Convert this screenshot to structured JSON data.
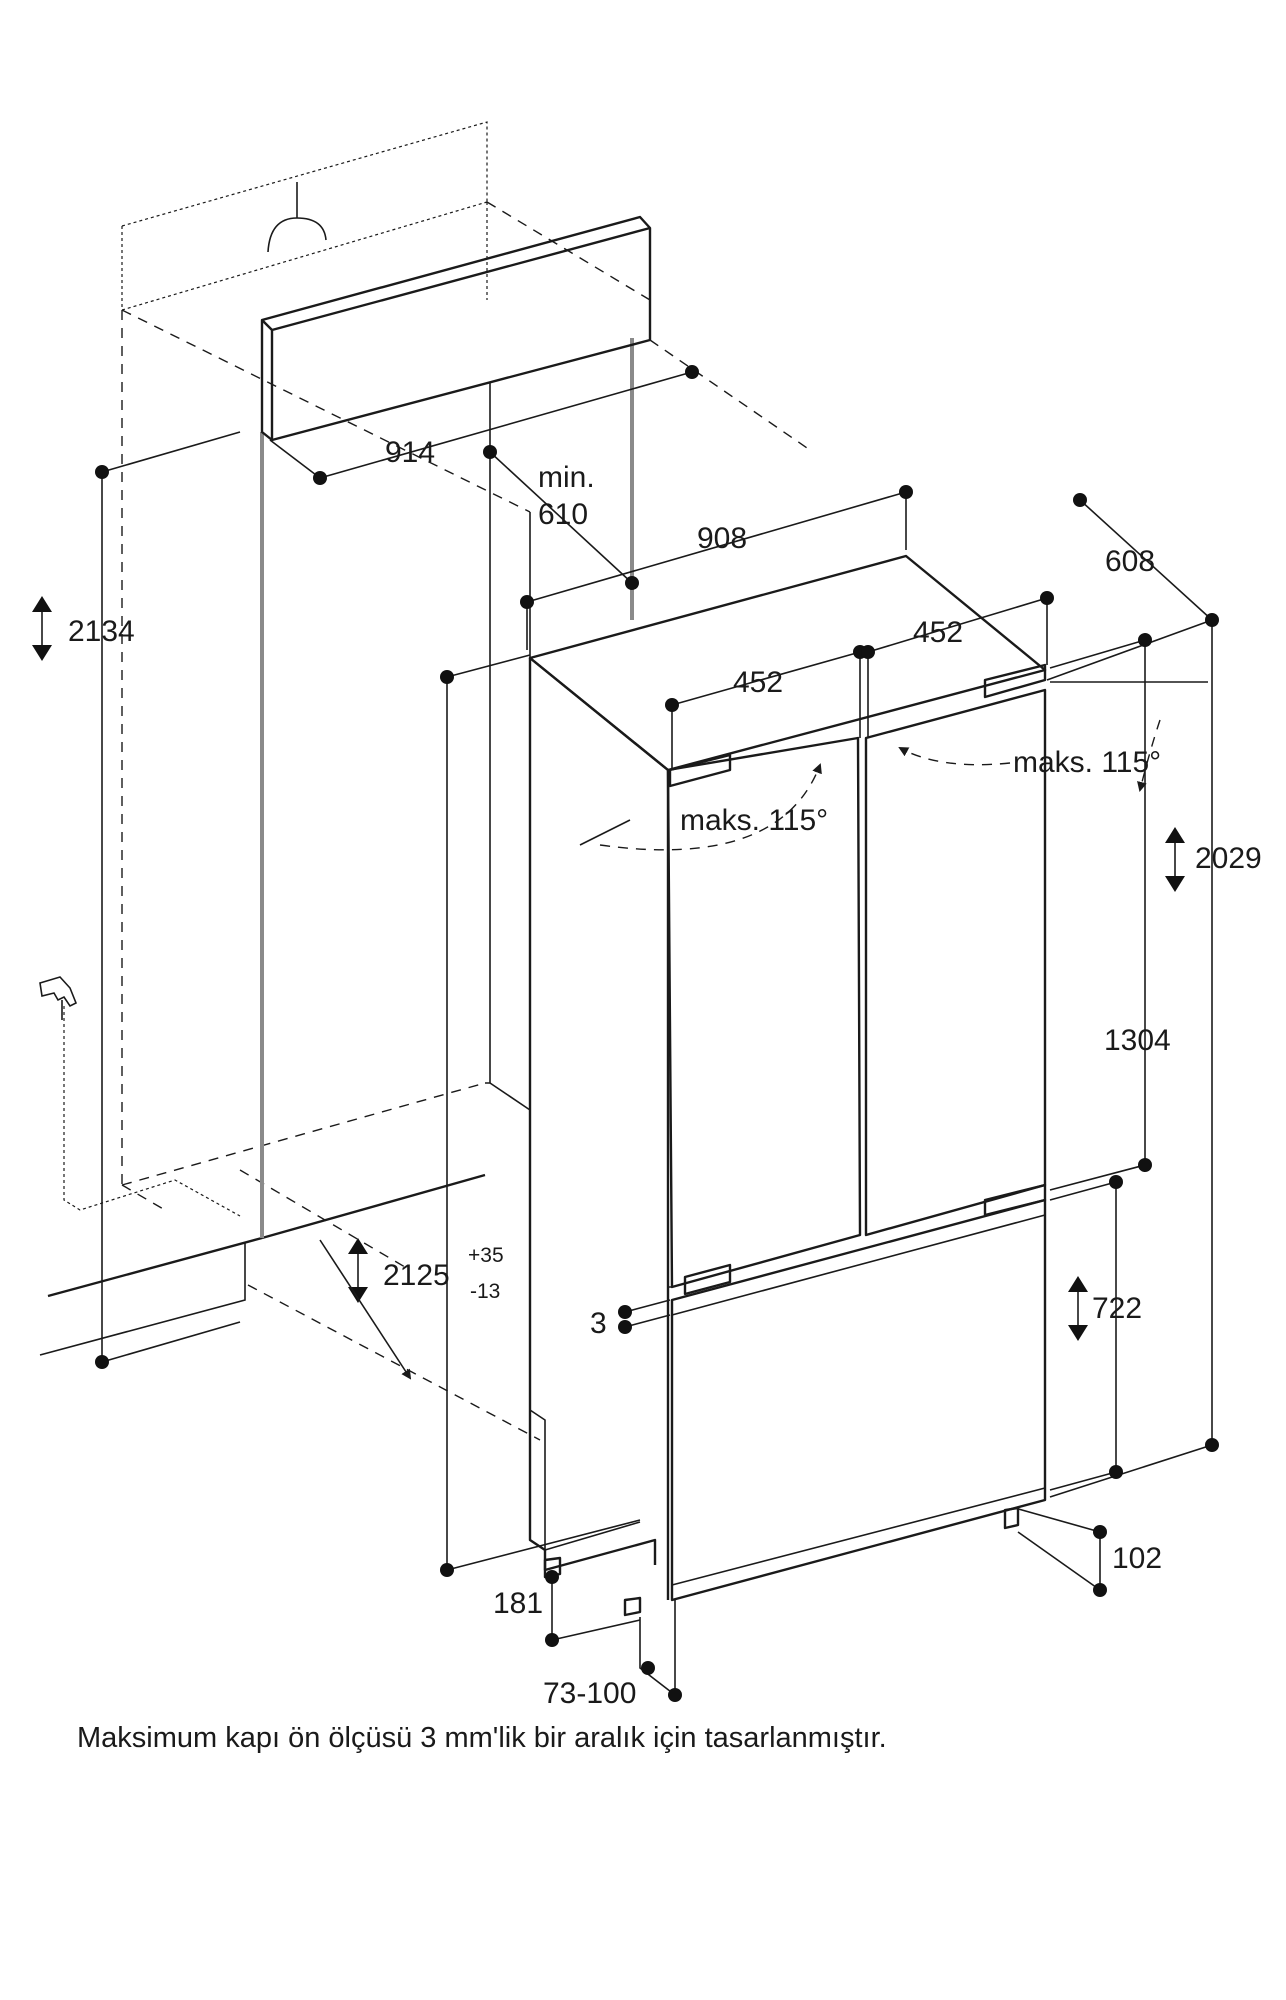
{
  "dimensions": {
    "niche_height": "2134",
    "niche_width": "914",
    "min_label": "min.",
    "min_value": "610",
    "appliance_width": "908",
    "appliance_depth": "608",
    "door_width_left": "452",
    "door_width_right": "452",
    "appliance_height": "2029",
    "upper_door_height": "1304",
    "lower_door_height": "722",
    "niche_opening_height": "2125",
    "niche_tolerance_plus": "+35",
    "niche_tolerance_minus": "-13",
    "door_gap": "3",
    "plinth_depth": "181",
    "plinth_height": "102",
    "foot_range": "73-100"
  },
  "angles": {
    "left_door_swing": "maks. 115°",
    "right_door_swing": "maks. 115°"
  },
  "caption": "Maksimum kapı ön ölçüsü 3 mm'lik bir aralık için tasarlanmıştır."
}
